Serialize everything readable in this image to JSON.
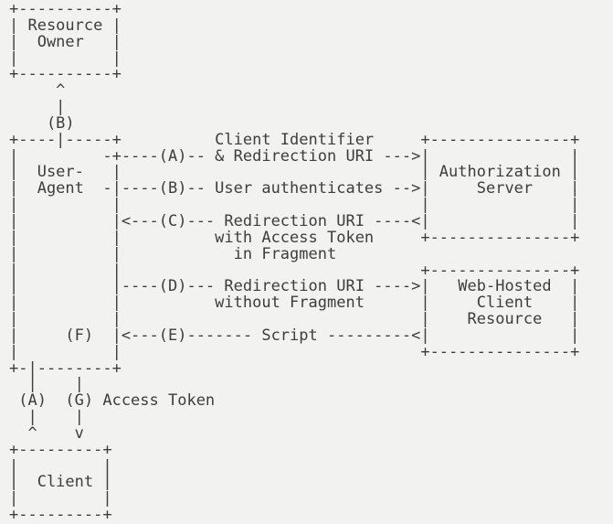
{
  "colors": {
    "background": "#f2f2f0",
    "text": "#3d3d3d"
  },
  "diagram": {
    "ascii_lines": [
      "+----------+",
      "| Resource |",
      "|  Owner   |",
      "|          |",
      "+----------+",
      "     ^",
      "     |",
      "    (B)",
      "+----|-----+          Client Identifier     +---------------+",
      "|         -+----(A)-- & Redirection URI --->|               |",
      "|  User-   |                                | Authorization |",
      "|  Agent  -|----(B)-- User authenticates -->|     Server    |",
      "|          |                                |               |",
      "|          |<---(C)--- Redirection URI ----<|               |",
      "|          |          with Access Token     +---------------+",
      "|          |            in Fragment",
      "|          |                                +---------------+",
      "|          |----(D)--- Redirection URI ---->|   Web-Hosted  |",
      "|          |          without Fragment      |     Client    |",
      "|          |                                |    Resource   |",
      "|     (F)  |<---(E)------- Script ---------<|               |",
      "|          |                                +---------------+",
      "+-|--------+",
      "  |    |",
      " (A)  (G) Access Token",
      "  |    |",
      "  ^    v",
      "+---------+",
      "|         |",
      "|  Client |",
      "|         |",
      "+---------+"
    ],
    "boxes": [
      {
        "label": "Resource Owner"
      },
      {
        "label": "User-Agent"
      },
      {
        "label": "Authorization Server"
      },
      {
        "label": "Web-Hosted Client Resource"
      },
      {
        "label": "Client"
      }
    ],
    "flow_steps": [
      {
        "id": "(A)",
        "label": "Client Identifier & Redirection URI"
      },
      {
        "id": "(B)",
        "label": "User authenticates"
      },
      {
        "id": "(C)",
        "label": "Redirection URI with Access Token in Fragment"
      },
      {
        "id": "(D)",
        "label": "Redirection URI without Fragment"
      },
      {
        "id": "(E)",
        "label": "Script"
      },
      {
        "id": "(F)",
        "label": ""
      },
      {
        "id": "(G)",
        "label": "Access Token"
      }
    ]
  }
}
